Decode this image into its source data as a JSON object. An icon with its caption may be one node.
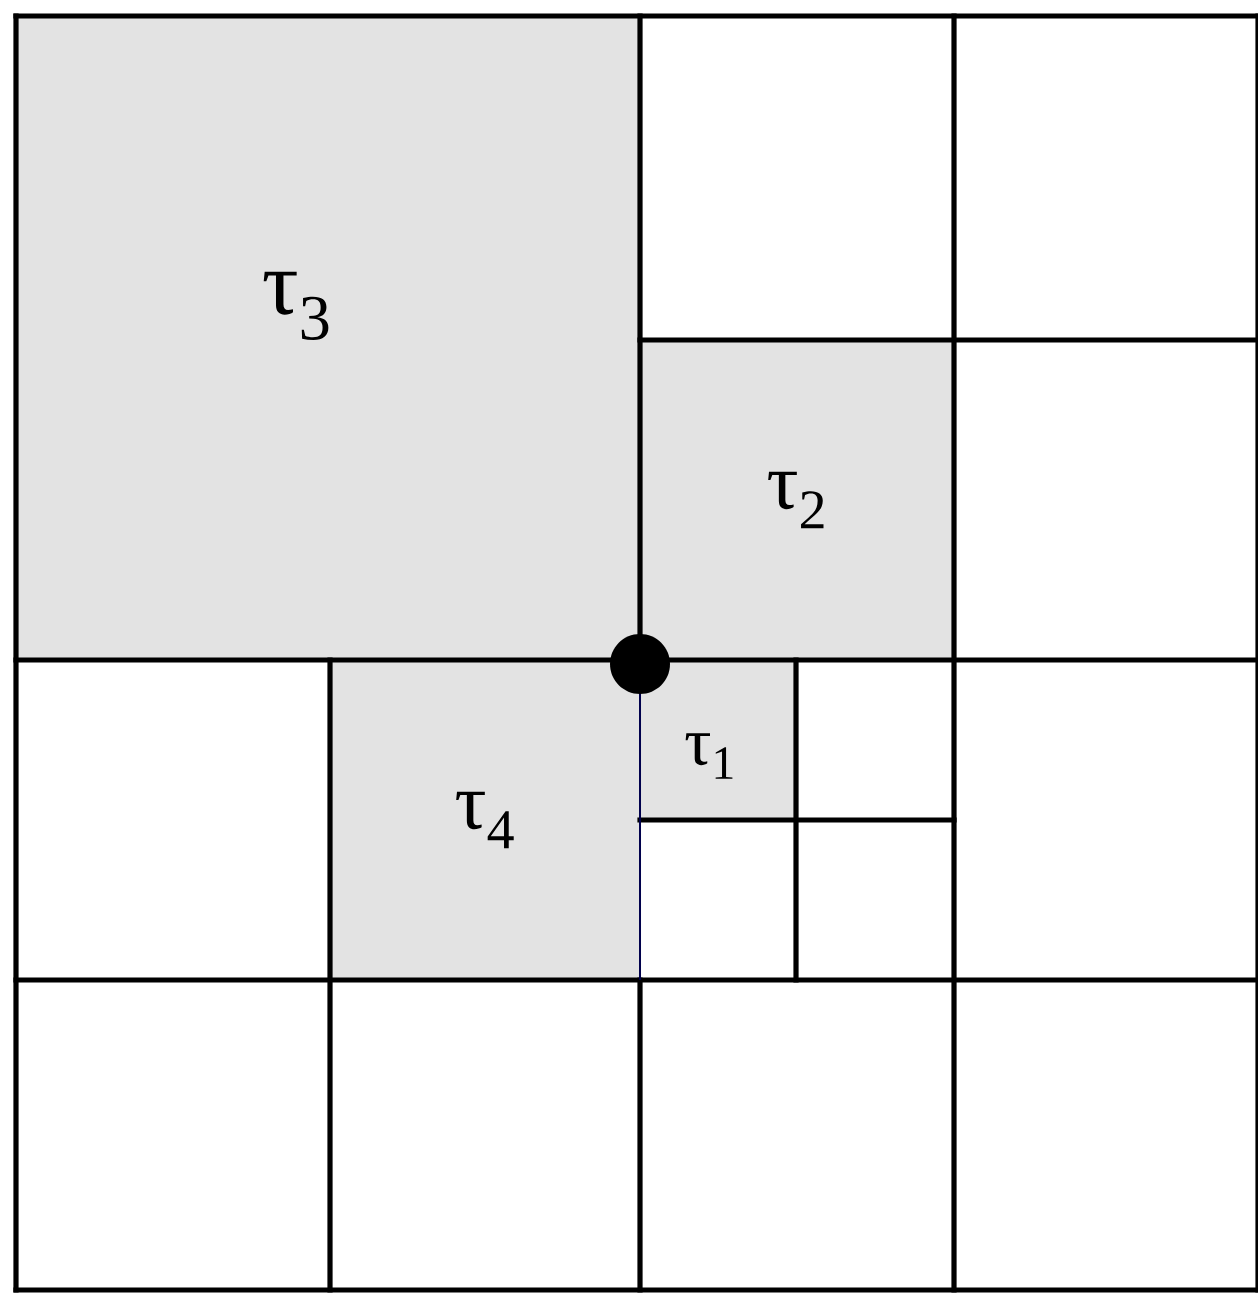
{
  "diagram": {
    "nodes": [
      {
        "text": [
          "τ$_{3}$"
        ]
      },
      {
        "text": [
          "τ$_{2}$"
        ]
      },
      {
        "text": [
          "τ$_{1}$"
        ]
      },
      {
        "text": [
          "τ$_{4}$"
        ]
      }
    ],
    "edges": []
  }
}
